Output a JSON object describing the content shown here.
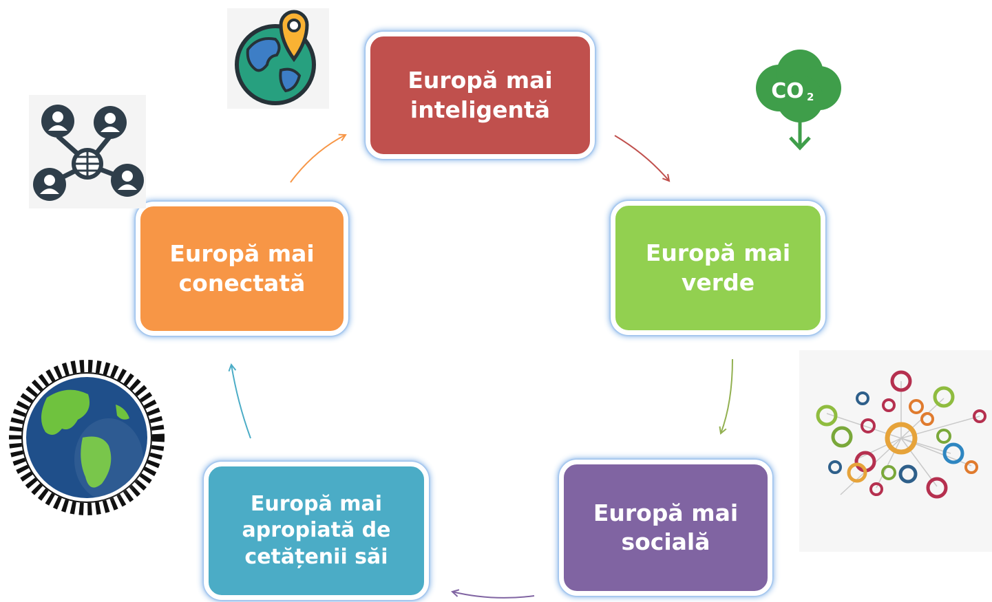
{
  "nodes": {
    "inteligenta": "Europă mai\ninteligentă",
    "verde": "Europă mai\nverde",
    "sociala": "Europă mai\nsocială",
    "apropiata": "Europă mai\napropiată de\ncetățenii săi",
    "conectata": "Europă mai\nconectată"
  },
  "icons": {
    "co2_label": "CO",
    "co2_sub": "2"
  },
  "colors": {
    "inteligenta": "#c0504d",
    "verde": "#92d050",
    "sociala": "#8064a2",
    "apropiata": "#4bacc6",
    "conectata": "#f79646"
  }
}
